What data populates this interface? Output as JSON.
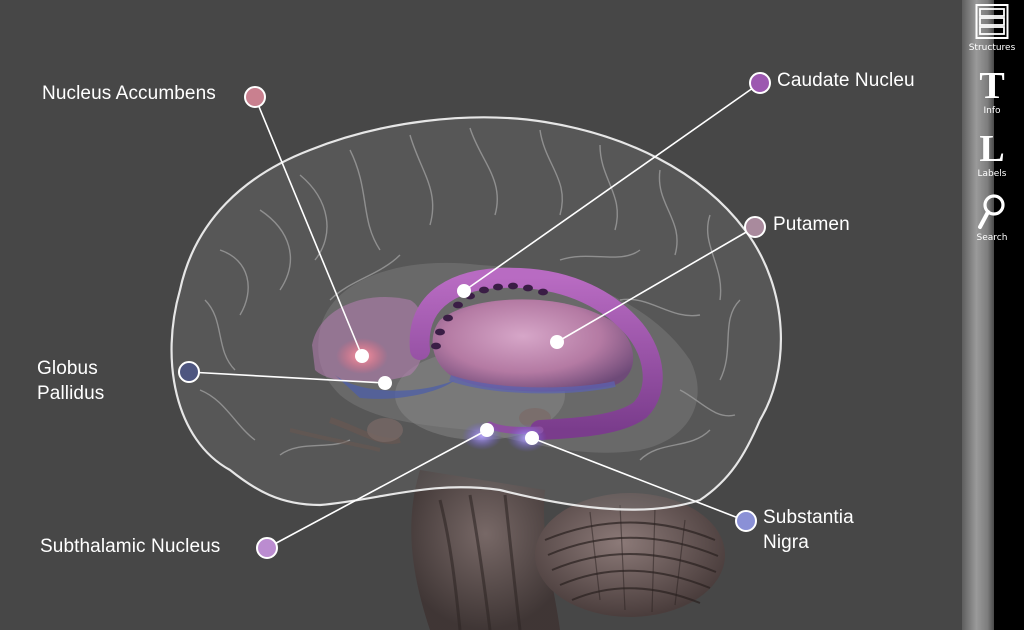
{
  "labels": {
    "nucleus_accumbens": "Nucleus Accumbens",
    "caudate_nucleus": "Caudate Nucleu",
    "putamen": "Putamen",
    "globus_pallidus_line1": "Globus",
    "globus_pallidus_line2": "Pallidus",
    "subthalamic_nucleus": "Subthalamic Nucleus",
    "substantia_nigra_line1": "Substantia",
    "substantia_nigra_line2": "Nigra"
  },
  "marker_colors": {
    "nucleus_accumbens": "#c9808f",
    "caudate_nucleus": "#9c58b0",
    "putamen": "#a98a9d",
    "globus_pallidus": "#4e5680",
    "subthalamic_nucleus": "#bb8cd0",
    "substantia_nigra": "#8a90d6"
  },
  "toolbar": {
    "structures": {
      "label": "Structures",
      "icon": "structures-icon"
    },
    "info": {
      "label": "Info",
      "glyph": "T",
      "icon": "info-icon"
    },
    "labels": {
      "label": "Labels",
      "glyph": "L",
      "icon": "labels-icon"
    },
    "search": {
      "label": "Search",
      "icon": "search-icon"
    }
  }
}
